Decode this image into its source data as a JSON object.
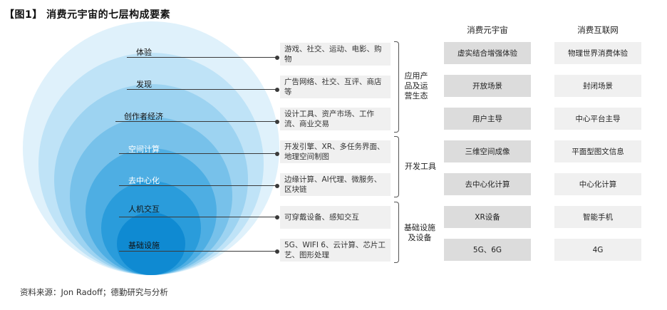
{
  "title": "【图1】 消费元宇宙的七层构成要素",
  "layers": [
    {
      "label": "体验"
    },
    {
      "label": "发现"
    },
    {
      "label": "创作者经济"
    },
    {
      "label": "空间计算"
    },
    {
      "label": "去中心化"
    },
    {
      "label": "人机交互"
    },
    {
      "label": "基础设施"
    }
  ],
  "descriptions": [
    "游戏、社交、运动、电影、购物",
    "广告网络、社交、互评、商店等",
    "设计工具、资产市场、工作流、商业交易",
    "开发引擎、XR、多任务界面、地理空间制图",
    "边缘计算、AI代理、微服务、区块链",
    "可穿戴设备、感知交互",
    "5G、WIFI 6、云计算、芯片工艺、图形处理"
  ],
  "groups": [
    {
      "label_lines": [
        "应用产",
        "品及运",
        "营生态"
      ]
    },
    {
      "label_lines": [
        "开发工具"
      ]
    },
    {
      "label_lines": [
        "基础设施",
        "及设备"
      ]
    }
  ],
  "columns": {
    "metaverse_header": "消费元宇宙",
    "internet_header": "消费互联网"
  },
  "metaverse_cells": [
    "虚实结合增强体验",
    "开放场景",
    "用户主导",
    "三维空间成像",
    "去中心化计算",
    "XR设备",
    "5G、6G"
  ],
  "internet_cells": [
    "物理世界消费体验",
    "封闭场景",
    "中心平台主导",
    "平面型图文信息",
    "中心化计算",
    "智能手机",
    "4G"
  ],
  "source": "资料来源：Jon Radoff；德勤研究与分析",
  "colors": {
    "ring_1": "#dff1fb",
    "ring_2": "#bfe3f7",
    "ring_3": "#9dd3f1",
    "ring_4": "#77c1ea",
    "ring_5": "#4eaee3",
    "ring_6": "#2a9cdb",
    "ring_7": "#0f8ad2",
    "metaverse_cell": "#dcdcdc",
    "internet_cell": "#f0f0f0"
  }
}
